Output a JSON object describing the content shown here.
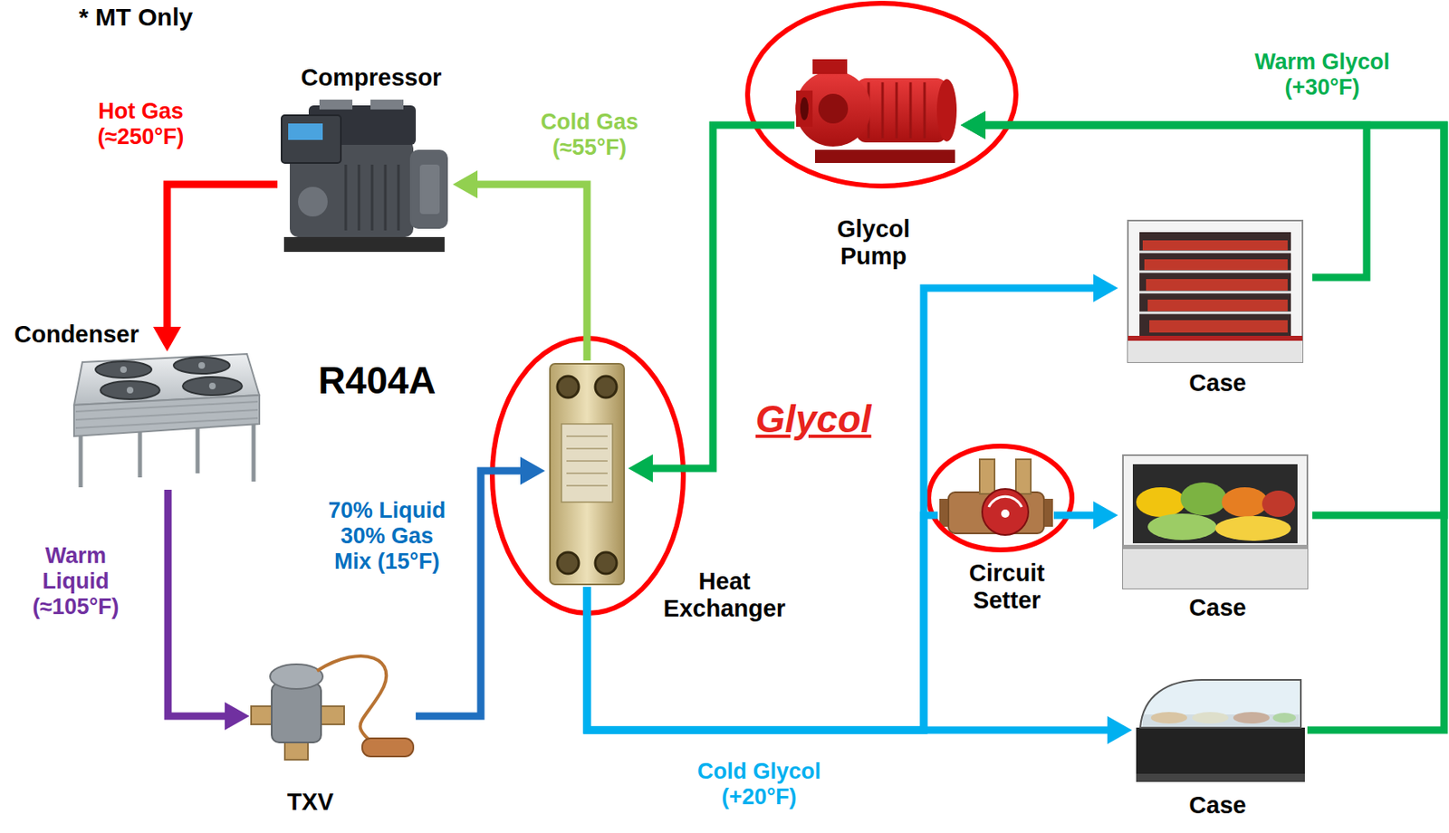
{
  "diagram": {
    "nodes": [
      {
        "text": [
          "Compressor"
        ]
      },
      {
        "text": [
          "Condenser"
        ]
      },
      {
        "text": [
          "TXV"
        ]
      },
      {
        "text": [
          "Heat Exchanger"
        ]
      },
      {
        "text": [
          "Glycol Pump"
        ]
      },
      {
        "text": [
          "Circuit Setter"
        ]
      },
      {
        "text": [
          "Case"
        ]
      },
      {
        "text": [
          "Case"
        ]
      },
      {
        "text": [
          "Case"
        ]
      }
    ],
    "edges": [
      {
        "from": 0,
        "to": 1,
        "arrow": "to",
        "label": "Hot Gas (≈250°F)"
      },
      {
        "from": 1,
        "to": 2,
        "arrow": "to",
        "label": "Warm Liquid (≈105°F)"
      },
      {
        "from": 2,
        "to": 3,
        "arrow": "to",
        "label": "70% Liquid 30% Gas Mix (15°F)"
      },
      {
        "from": 3,
        "to": 0,
        "arrow": "to",
        "label": "Cold Gas (≈55°F)"
      },
      {
        "from": 4,
        "to": 3,
        "arrow": "to"
      },
      {
        "from": 3,
        "to": 8,
        "arrow": "to",
        "label": "Cold Glycol (+20°F)"
      },
      {
        "from": 3,
        "to": 6,
        "arrow": "to"
      },
      {
        "from": 3,
        "to": 5,
        "arrow": "none"
      },
      {
        "from": 5,
        "to": 7,
        "arrow": "to"
      },
      {
        "from": 6,
        "to": 4,
        "arrow": "to",
        "label": "Warm Glycol (+30°F)"
      },
      {
        "from": 7,
        "to": 4,
        "arrow": "to"
      },
      {
        "from": 8,
        "to": 4,
        "arrow": "to"
      }
    ],
    "labels": [
      "* MT Only",
      "R404A",
      "Glycol"
    ]
  }
}
